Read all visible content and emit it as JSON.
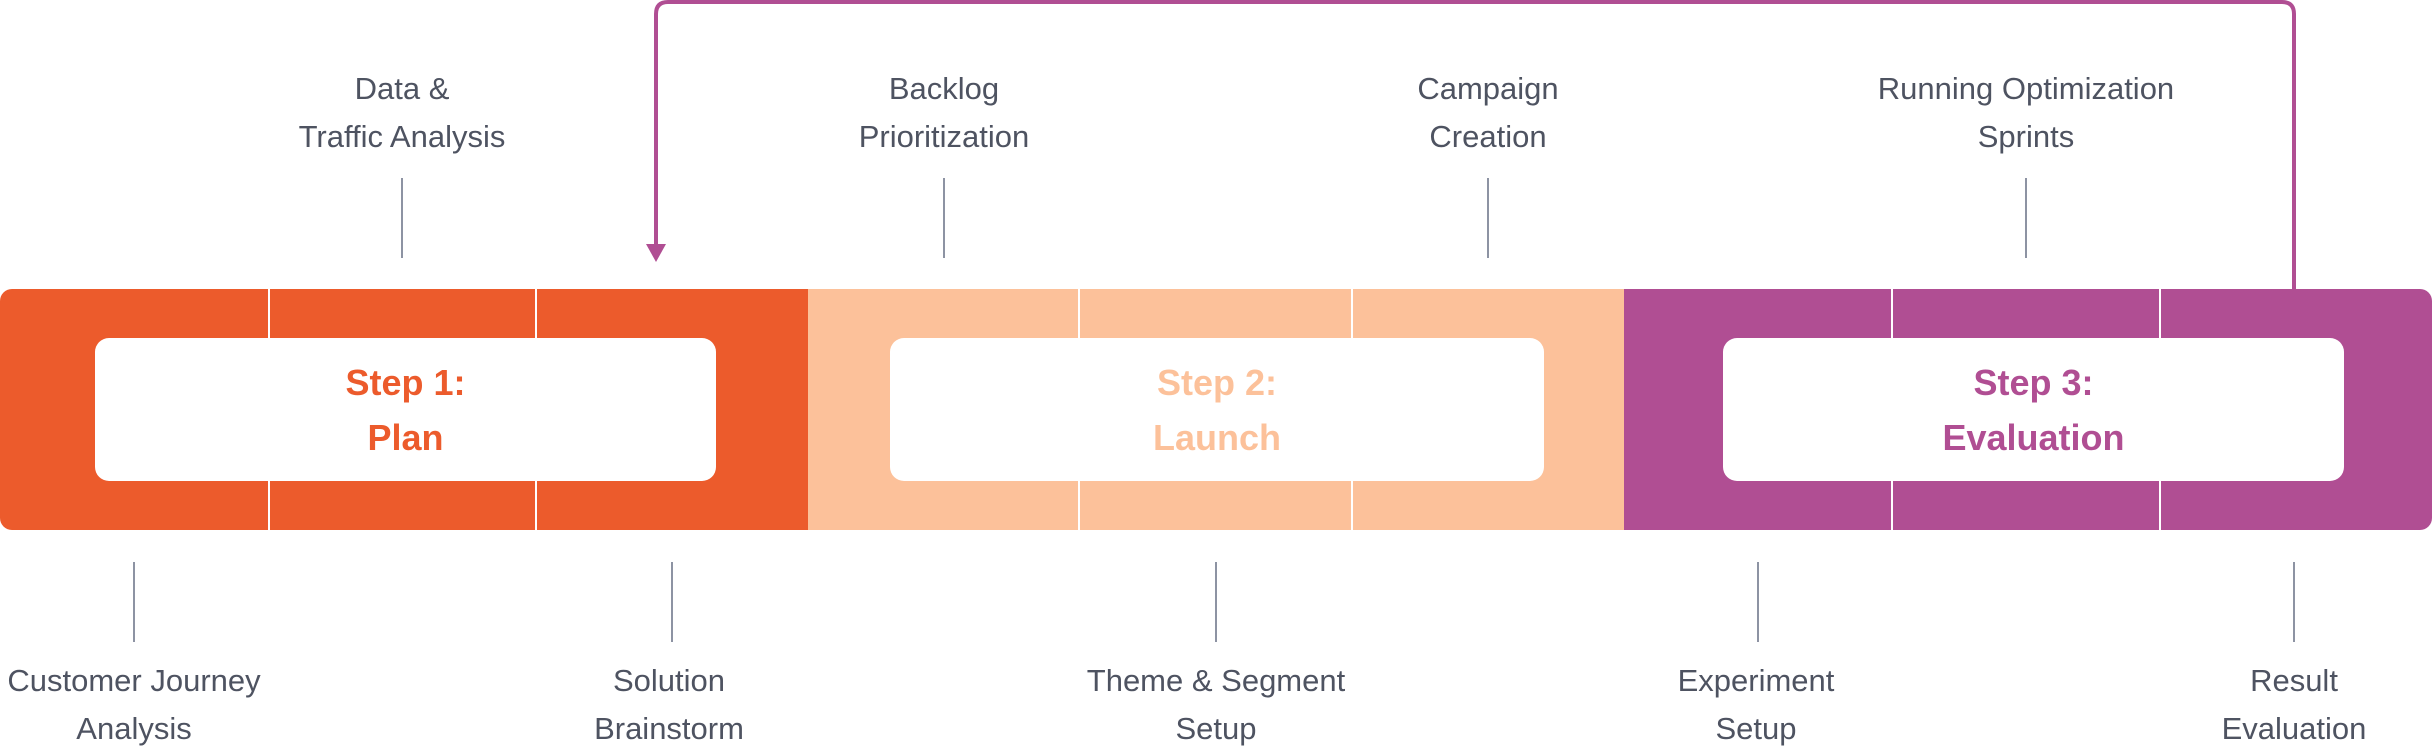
{
  "colors": {
    "plan": "#ec5b2c",
    "launch": "#fcc19a",
    "evaluation": "#b04e93",
    "label_text": "#4e5361",
    "tick": "#8d93a3"
  },
  "steps": [
    {
      "title": "Step 1:",
      "name": "Plan"
    },
    {
      "title": "Step 2:",
      "name": "Launch"
    },
    {
      "title": "Step 3:",
      "name": "Evaluation"
    }
  ],
  "top_labels": [
    {
      "line1": "Data &",
      "line2": "Traffic Analysis"
    },
    {
      "line1": "Backlog",
      "line2": "Prioritization"
    },
    {
      "line1": "Campaign",
      "line2": "Creation"
    },
    {
      "line1": "Running Optimization",
      "line2": "Sprints"
    }
  ],
  "bottom_labels": [
    {
      "line1": "Customer Journey",
      "line2": "Analysis"
    },
    {
      "line1": "Solution",
      "line2": "Brainstorm"
    },
    {
      "line1": "Theme & Segment",
      "line2": "Setup"
    },
    {
      "line1": "Experiment",
      "line2": "Setup"
    },
    {
      "line1": "Result",
      "line2": "Evaluation"
    }
  ]
}
